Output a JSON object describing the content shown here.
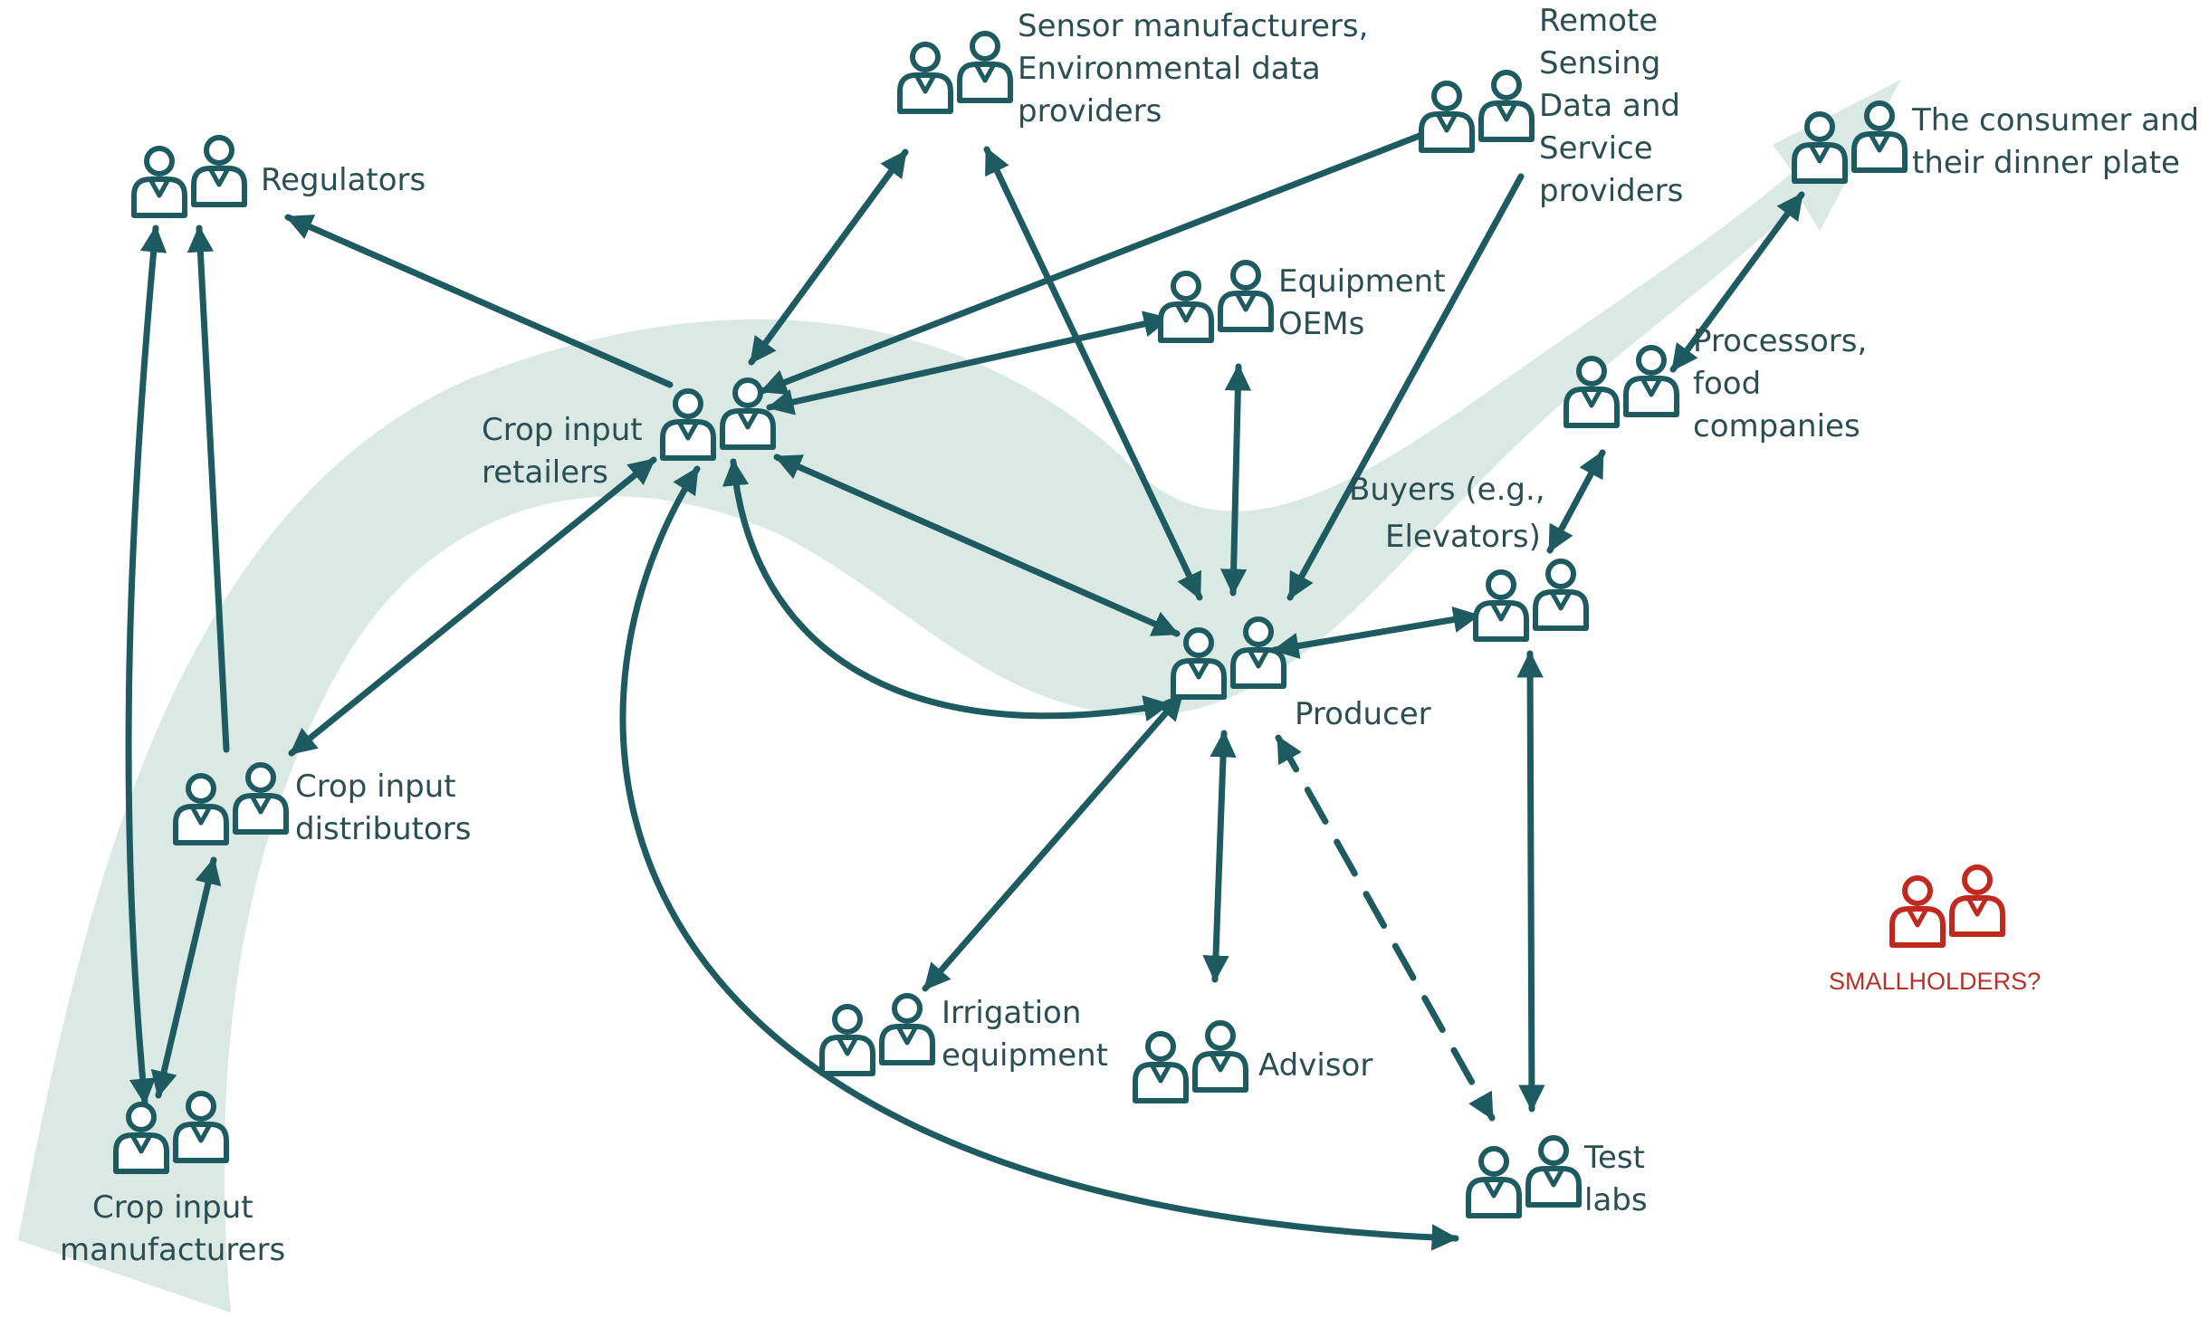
{
  "colors": {
    "stakeholder": "#1e5b60",
    "edge": "#1e5b60",
    "flow": "#dbe9e4",
    "label": "#2b4e53",
    "highlight": "#c0291f"
  },
  "nodes": {
    "regulators": {
      "icon": "stakeholder-pair-icon",
      "label": [
        "Regulators"
      ]
    },
    "sensor": {
      "icon": "stakeholder-pair-icon",
      "label": [
        "Sensor manufacturers,",
        "Environmental data",
        "providers"
      ]
    },
    "remote": {
      "icon": "stakeholder-pair-icon",
      "label": [
        "Remote",
        "Sensing",
        "Data and",
        "Service",
        "providers"
      ]
    },
    "consumer": {
      "icon": "stakeholder-pair-icon",
      "label": [
        "The consumer and",
        "their dinner plate"
      ]
    },
    "equipment": {
      "icon": "stakeholder-pair-icon",
      "label": [
        "Equipment",
        "OEMs"
      ]
    },
    "processors": {
      "icon": "stakeholder-pair-icon",
      "label": [
        "Processors,",
        "food",
        "companies"
      ]
    },
    "retailers": {
      "icon": "stakeholder-pair-icon",
      "label": [
        "Crop input",
        "retailers"
      ]
    },
    "buyers": {
      "icon": "stakeholder-pair-icon",
      "label": [
        "Buyers (e.g.,",
        "Elevators)"
      ]
    },
    "producer": {
      "icon": "stakeholder-pair-icon",
      "label": [
        "Producer"
      ]
    },
    "distributors": {
      "icon": "stakeholder-pair-icon",
      "label": [
        "Crop input",
        "distributors"
      ]
    },
    "irrigation": {
      "icon": "stakeholder-pair-icon",
      "label": [
        "Irrigation",
        "equipment"
      ]
    },
    "advisor": {
      "icon": "stakeholder-pair-icon",
      "label": [
        "Advisor"
      ]
    },
    "testlabs": {
      "icon": "stakeholder-pair-icon",
      "label": [
        "Test",
        "labs"
      ]
    },
    "manufacturers": {
      "icon": "stakeholder-pair-icon",
      "label": [
        "Crop input",
        "manufacturers"
      ]
    },
    "smallholders": {
      "icon": "stakeholder-pair-icon",
      "label": [
        "SMALLHOLDERS?"
      ]
    }
  },
  "edges": [
    {
      "from": "retailers",
      "to": "regulators",
      "direction": "forward",
      "style": "solid"
    },
    {
      "from": "retailers",
      "to": "sensor",
      "direction": "both",
      "style": "solid"
    },
    {
      "from": "remote",
      "to": "retailers",
      "direction": "forward",
      "style": "solid"
    },
    {
      "from": "retailers",
      "to": "equipment",
      "direction": "both",
      "style": "solid"
    },
    {
      "from": "retailers",
      "to": "producer",
      "direction": "both",
      "style": "solid"
    },
    {
      "from": "retailers",
      "to": "producer",
      "direction": "both",
      "style": "solid",
      "curved": true
    },
    {
      "from": "retailers",
      "to": "distributors",
      "direction": "both",
      "style": "solid"
    },
    {
      "from": "retailers",
      "to": "testlabs",
      "direction": "both",
      "style": "solid",
      "curved": true
    },
    {
      "from": "sensor",
      "to": "producer",
      "direction": "both",
      "style": "solid"
    },
    {
      "from": "remote",
      "to": "producer",
      "direction": "forward",
      "style": "solid"
    },
    {
      "from": "equipment",
      "to": "producer",
      "direction": "both",
      "style": "solid"
    },
    {
      "from": "producer",
      "to": "buyers",
      "direction": "both",
      "style": "solid"
    },
    {
      "from": "buyers",
      "to": "processors",
      "direction": "both",
      "style": "solid"
    },
    {
      "from": "processors",
      "to": "consumer",
      "direction": "both",
      "style": "solid"
    },
    {
      "from": "producer",
      "to": "irrigation",
      "direction": "both",
      "style": "solid"
    },
    {
      "from": "producer",
      "to": "advisor",
      "direction": "both",
      "style": "solid"
    },
    {
      "from": "producer",
      "to": "testlabs",
      "direction": "both",
      "style": "dashed"
    },
    {
      "from": "buyers",
      "to": "testlabs",
      "direction": "both",
      "style": "solid"
    },
    {
      "from": "distributors",
      "to": "regulators",
      "direction": "forward",
      "style": "solid"
    },
    {
      "from": "manufacturers",
      "to": "regulators",
      "direction": "both",
      "style": "solid"
    },
    {
      "from": "manufacturers",
      "to": "distributors",
      "direction": "both",
      "style": "solid"
    }
  ]
}
